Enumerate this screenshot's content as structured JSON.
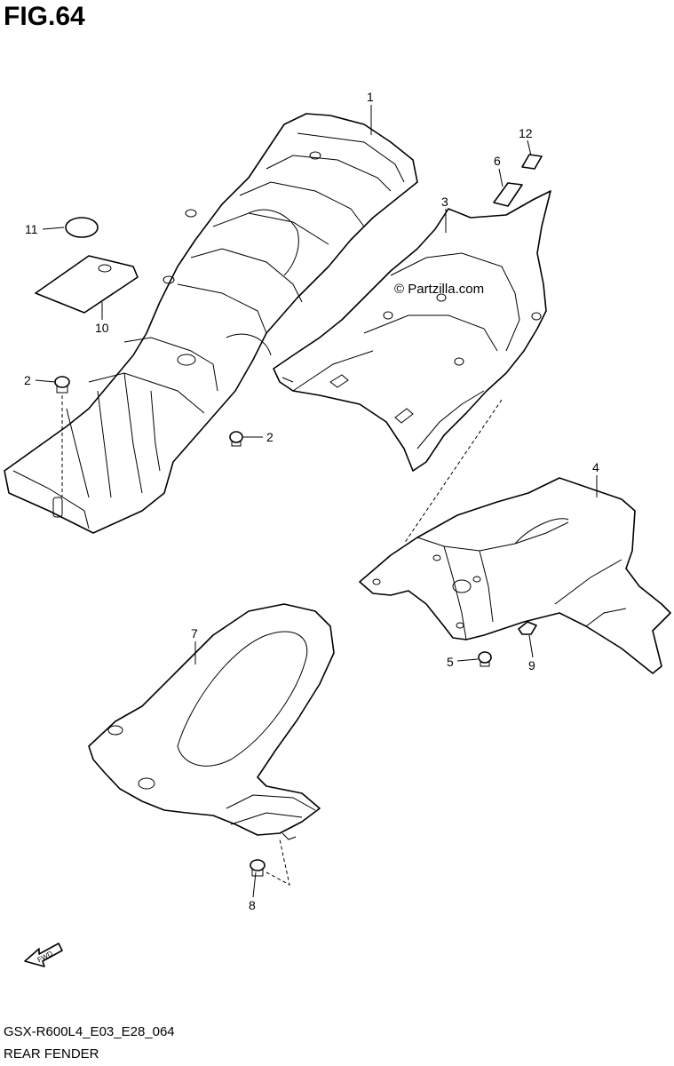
{
  "figure": {
    "title": "FIG.64",
    "model_code": "GSX-R600L4_E03_E28_064",
    "section_name": "REAR FENDER"
  },
  "watermark": "© Partzilla.com",
  "fwd_label": "FWD",
  "callouts": {
    "c1": "1",
    "c2a": "2",
    "c2b": "2",
    "c3": "3",
    "c4": "4",
    "c5": "5",
    "c6": "6",
    "c7": "7",
    "c8": "8",
    "c9": "9",
    "c10": "10",
    "c11": "11",
    "c12": "12"
  }
}
